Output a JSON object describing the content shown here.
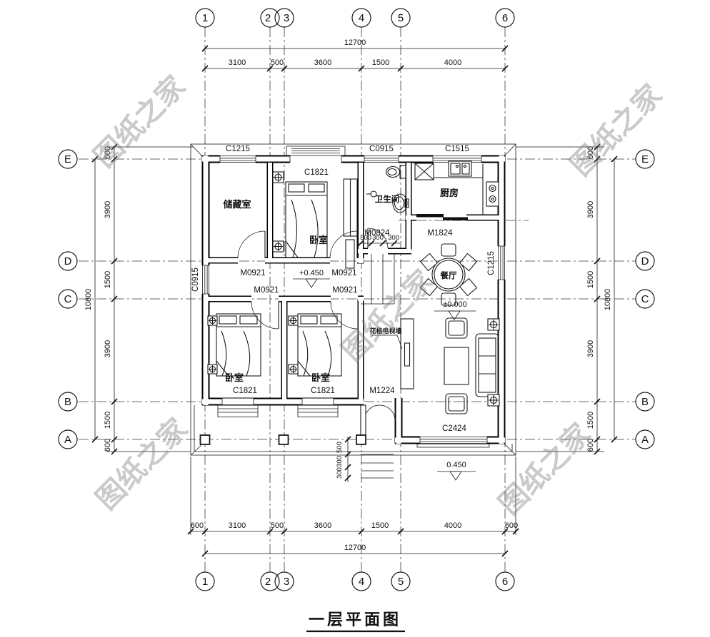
{
  "title": {
    "text": "一层平面图"
  },
  "watermark": {
    "text": "图纸之家"
  },
  "grid": {
    "cols": [
      "1",
      "2",
      "3",
      "4",
      "5",
      "6"
    ],
    "rows": [
      "E",
      "D",
      "C",
      "B",
      "A"
    ]
  },
  "dimensions": {
    "top": {
      "overall": "12700",
      "segments": [
        "3100",
        "500",
        "3600",
        "1500",
        "4000"
      ]
    },
    "bottom": {
      "overall": "12700",
      "segments": [
        "600",
        "3100",
        "500",
        "3600",
        "1500",
        "4000",
        "600"
      ]
    },
    "left": {
      "overall": "10800",
      "segments": [
        "600",
        "3900",
        "1500",
        "3900",
        "1500",
        "600"
      ]
    },
    "right": {
      "overall": "10800",
      "segments": [
        "600",
        "3900",
        "1500",
        "3900",
        "1500",
        "600"
      ]
    },
    "interior_steps": [
      "500",
      "300",
      "300"
    ],
    "exterior_steps": [
      "500",
      "300",
      "300"
    ]
  },
  "rooms": {
    "storage": "储藏室",
    "bedroom_top": "卧室",
    "bathroom": "卫生间",
    "kitchen": "厨房",
    "dining": "餐厅",
    "bedroom_left": "卧室",
    "bedroom_mid": "卧室"
  },
  "openings": {
    "c1215": "C1215",
    "c0915": "C0915",
    "c1515": "C1515",
    "c1821": "C1821",
    "c2424": "C2424",
    "m0824": "M0824",
    "m1824": "M1824",
    "m0921": "M0921",
    "m1224": "M1224"
  },
  "elevations": {
    "hall": "+0.450",
    "living": "±0.000",
    "porch": "0.450"
  },
  "annotations": {
    "tv_wall": "花格电视墙"
  }
}
